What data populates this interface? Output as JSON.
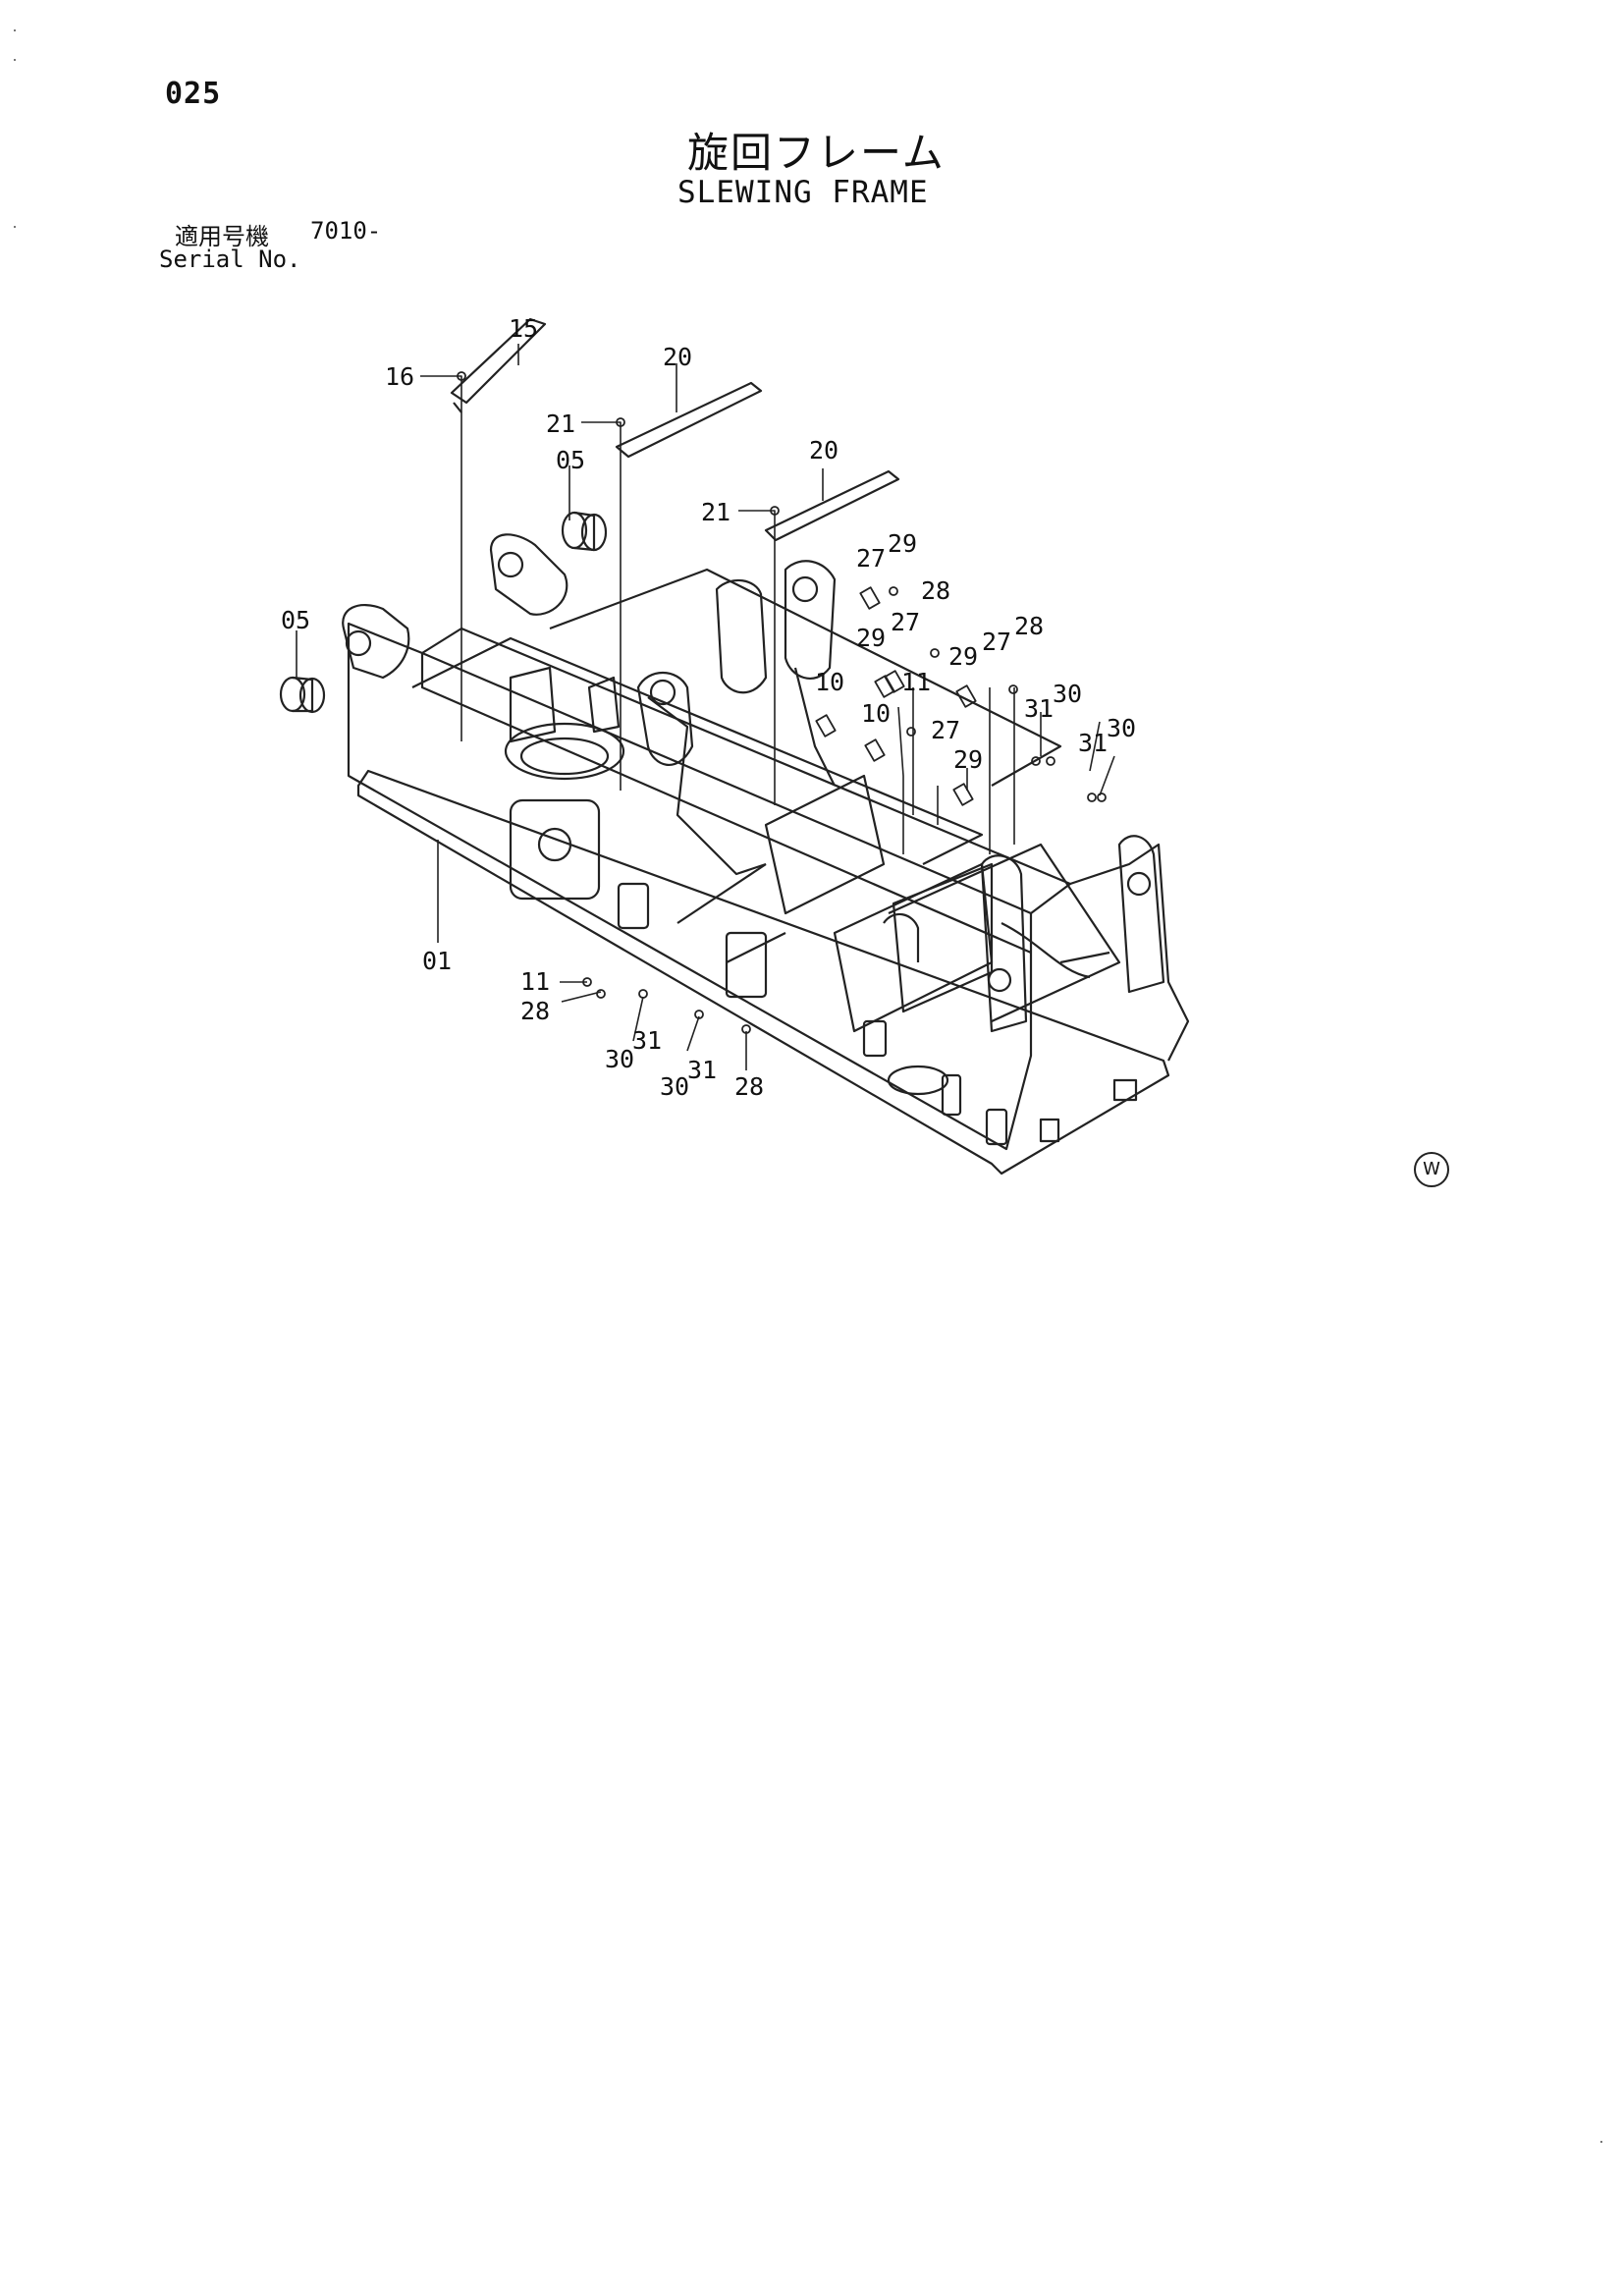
{
  "header": {
    "page_number": "025",
    "title_jp": "旋回フレーム",
    "title_en": "SLEWING FRAME",
    "serial_label_jp": "適用号機",
    "serial_value": "7010-",
    "serial_label_en": "Serial No."
  },
  "watermark": "W",
  "callouts": [
    {
      "id": "c15",
      "label": "15"
    },
    {
      "id": "c16",
      "label": "16"
    },
    {
      "id": "c20a",
      "label": "20"
    },
    {
      "id": "c21a",
      "label": "21"
    },
    {
      "id": "c05a",
      "label": "05"
    },
    {
      "id": "c20b",
      "label": "20"
    },
    {
      "id": "c21b",
      "label": "21"
    },
    {
      "id": "c05b",
      "label": "05"
    },
    {
      "id": "c27a",
      "label": "27"
    },
    {
      "id": "c29a",
      "label": "29"
    },
    {
      "id": "c28a",
      "label": "28"
    },
    {
      "id": "c29b",
      "label": "29"
    },
    {
      "id": "c27b",
      "label": "27"
    },
    {
      "id": "c10a",
      "label": "10"
    },
    {
      "id": "c11a",
      "label": "11"
    },
    {
      "id": "c10b",
      "label": "10"
    },
    {
      "id": "c29c",
      "label": "29"
    },
    {
      "id": "c27c",
      "label": "27"
    },
    {
      "id": "c28b",
      "label": "28"
    },
    {
      "id": "c31a",
      "label": "31"
    },
    {
      "id": "c30a",
      "label": "30"
    },
    {
      "id": "c31b",
      "label": "31"
    },
    {
      "id": "c30b",
      "label": "30"
    },
    {
      "id": "c27d",
      "label": "27"
    },
    {
      "id": "c29d",
      "label": "29"
    },
    {
      "id": "c01",
      "label": "01"
    },
    {
      "id": "c11b",
      "label": "11"
    },
    {
      "id": "c28c",
      "label": "28"
    },
    {
      "id": "c30c",
      "label": "30"
    },
    {
      "id": "c31c",
      "label": "31"
    },
    {
      "id": "c30d",
      "label": "30"
    },
    {
      "id": "c31d",
      "label": "31"
    },
    {
      "id": "c28d",
      "label": "28"
    }
  ]
}
